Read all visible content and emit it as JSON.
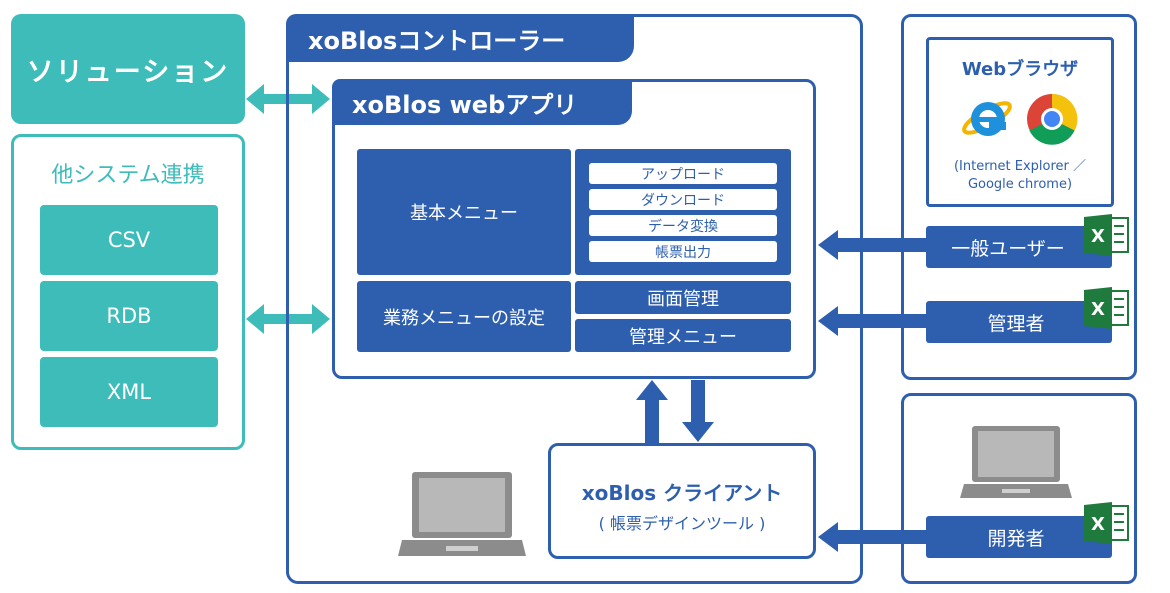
{
  "solution": {
    "label": "ソリューション"
  },
  "other_systems": {
    "title": "他システム連携",
    "items": [
      "CSV",
      "RDB",
      "XML"
    ]
  },
  "controller": {
    "title": "xoBlosコントローラー"
  },
  "webapp": {
    "title": "xoBlos webアプリ",
    "basic_menu": "基本メニュー",
    "basic_items": [
      "アップロード",
      "ダウンロード",
      "データ変換",
      "帳票出力"
    ],
    "business_menu": "業務メニューの設定",
    "screen_mgmt": "画面管理",
    "mgmt_menu": "管理メニュー"
  },
  "client": {
    "title": "xoBlos クライアント",
    "subtitle": "( 帳票デザインツール )"
  },
  "browser": {
    "title": "Webブラウザ",
    "subtitle": "(Internet Explorer ／\nGoogle chrome)"
  },
  "users": {
    "general": "一般ユーザー",
    "admin": "管理者",
    "developer": "開発者"
  },
  "colors": {
    "teal": "#3dbcb9",
    "blue": "#2d5fae",
    "excel_green": "#1f7a3d"
  }
}
